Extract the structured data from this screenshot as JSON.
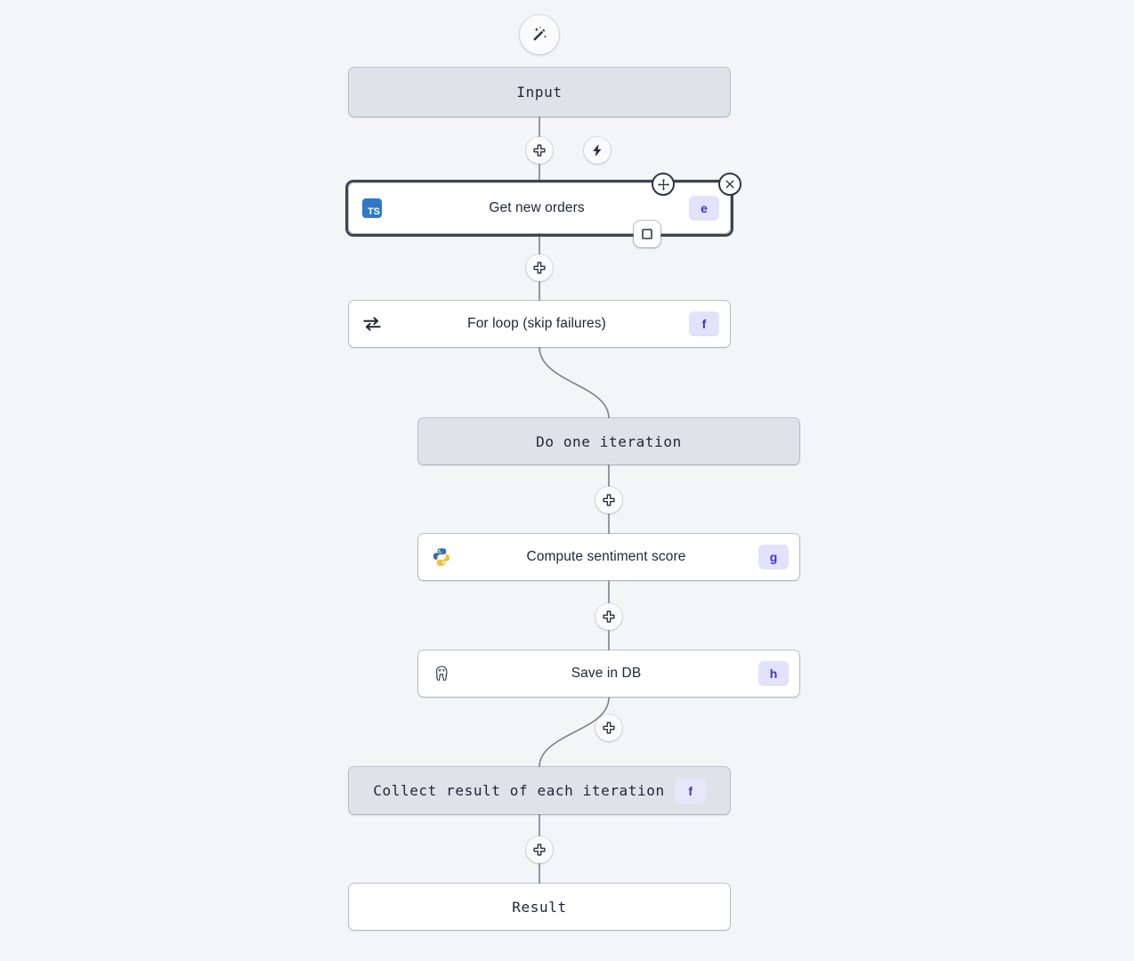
{
  "canvas": {
    "background": "#f4f5f7",
    "edge_color": "#7a8190"
  },
  "theme": {
    "struct_node_bg": "#dee3ea",
    "node_bg": "#ffffff",
    "badge_bg": "#e2e2fc",
    "badge_text": "#3a33d1",
    "selection_ring": "#3f4556",
    "ts_blue": "#3178c6"
  },
  "toolbar": {
    "wand_icon": "magic-wand-icon",
    "wand_title": "AI generate"
  },
  "nodes": [
    {
      "id": "input",
      "kind": "struct",
      "label": "Input",
      "icon": null,
      "badge": null
    },
    {
      "id": "get-new-orders",
      "kind": "op",
      "label": "Get new orders",
      "icon": "typescript-icon",
      "icon_text": "TS",
      "badge": "e",
      "selected": true
    },
    {
      "id": "for-loop",
      "kind": "op",
      "label": "For loop (skip failures)",
      "icon": "loop-repeat-icon",
      "badge": "f"
    },
    {
      "id": "do-one-iteration",
      "kind": "struct",
      "label": "Do one iteration",
      "icon": null,
      "badge": null
    },
    {
      "id": "compute-sentiment-score",
      "kind": "op",
      "label": "Compute sentiment score",
      "icon": "python-icon",
      "badge": "g"
    },
    {
      "id": "save-in-db",
      "kind": "op",
      "label": "Save in DB",
      "icon": "postgresql-icon",
      "badge": "h"
    },
    {
      "id": "collect-result",
      "kind": "struct",
      "label": "Collect result of each iteration",
      "icon": null,
      "badge": "f"
    },
    {
      "id": "result",
      "kind": "plain",
      "label": "Result",
      "icon": null,
      "badge": null
    }
  ],
  "buttons": {
    "add_step": "add-step-icon",
    "trigger": "lightning-bolt-icon",
    "move": "move-handle-icon",
    "close": "close-icon",
    "branch": "square-icon"
  }
}
